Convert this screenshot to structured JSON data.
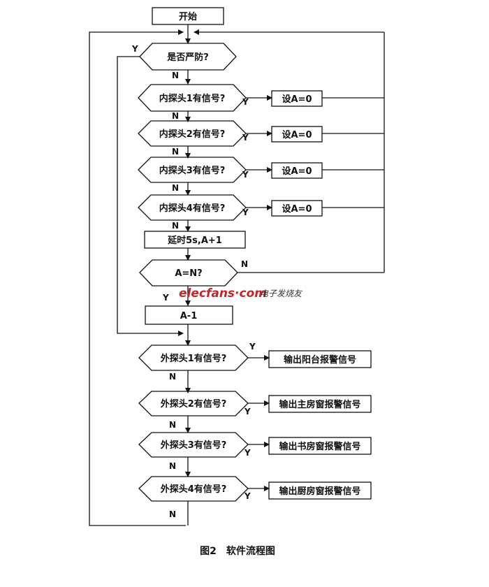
{
  "nodes": {
    "start": "开始",
    "armed_check": "是否严防?",
    "inner1": "内探头1有信号?",
    "inner2": "内探头2有信号?",
    "inner3": "内探头3有信号?",
    "inner4": "内探头4有信号?",
    "setA1": "设A=0",
    "setA2": "设A=0",
    "setA3": "设A=0",
    "setA4": "设A=0",
    "delay": "延时5s,A+1",
    "a_equals_n": "A=N?",
    "a_minus_1": "A-1",
    "outer1": "外探头1有信号?",
    "outer2": "外探头2有信号?",
    "outer3": "外探头3有信号?",
    "outer4": "外探头4有信号?",
    "out1": "输出阳台报警信号",
    "out2": "输出主房窗报警信号",
    "out3": "输出书房窗报警信号",
    "out4": "输出厨房窗报警信号"
  },
  "labels": {
    "yes": "Y",
    "no": "N"
  },
  "watermark": {
    "brand": "elecfans·com",
    "tagline": "电子发烧友"
  },
  "caption": "图2　软件流程图"
}
